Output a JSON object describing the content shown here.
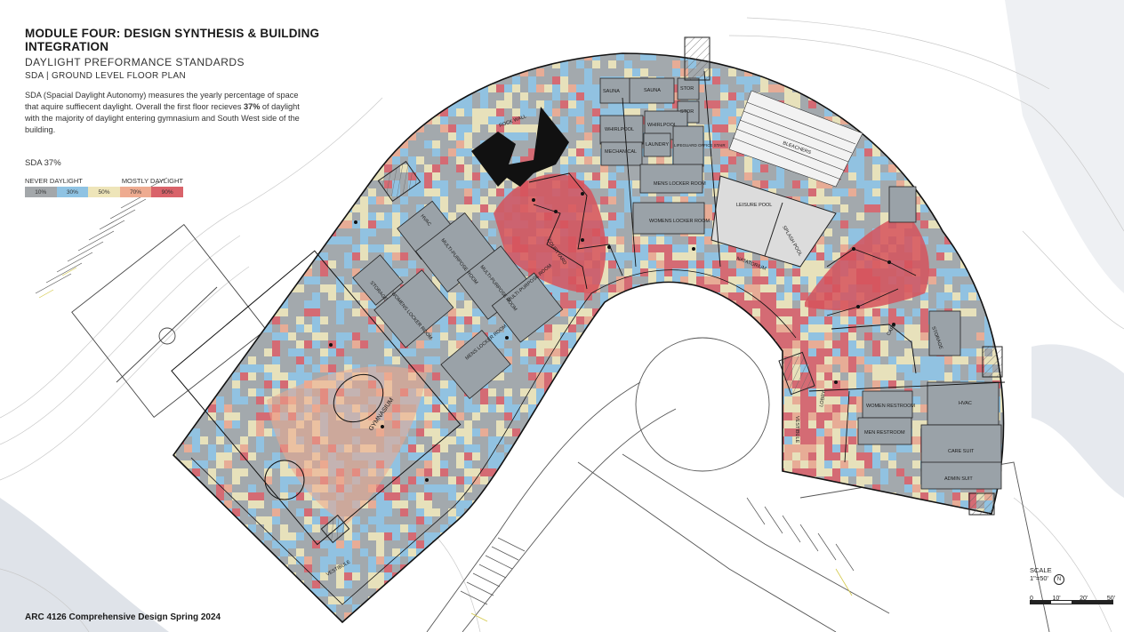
{
  "header": {
    "title": "MODULE FOUR: DESIGN SYNTHESIS & BUILDING INTEGRATION",
    "subtitle": "DAYLIGHT PREFORMANCE STANDARDS",
    "plan_label": "SDA | GROUND LEVEL FLOOR PLAN"
  },
  "description": {
    "part1": "SDA (Spacial Daylight Autonomy) measures the yearly percentage of space that aquire suffiecent daylight. Overall the first floor recieves ",
    "highlight": "37%",
    "part2": " of daylight with the majority of daylight entering gymnasium and South West side of the building."
  },
  "sda_value": "SDA 37%",
  "legend": {
    "left": "NEVER DAYLIGHT",
    "right": "MOSTLY DAYLIGHT",
    "stops": [
      {
        "label": "10%",
        "color": "#a3a7aa"
      },
      {
        "label": "30%",
        "color": "#8fc3e3"
      },
      {
        "label": "50%",
        "color": "#eee5b9"
      },
      {
        "label": "70%",
        "color": "#eeab90"
      },
      {
        "label": "90%",
        "color": "#d9636a"
      }
    ]
  },
  "rooms": {
    "sauna1": "SAUNA",
    "sauna2": "SAUNA",
    "stor1": "STOR",
    "stor2": "STOR",
    "rock_wall": "ROCK WALL",
    "whirlpool1": "WHIRLPOOL",
    "whirlpool2": "WHIRLPOOL",
    "mechanical": "MECHANICAL",
    "laundry": "LAUNDRY",
    "lifeguard": "LIFEGUARD OFFICE STAIR",
    "mens_locker": "MENS LOCKER ROOM",
    "womens_locker": "WOMENS LOCKER ROOM",
    "leisure_pool": "LEISURE POOL",
    "splash_pool": "SPLASH POOL",
    "natatorium": "NATATORIUM",
    "bleachers": "BLEACHERS",
    "courtyard1": "COURTYARD",
    "hvac1": "HVAC",
    "hvac2": "HVAC",
    "multi1": "MULTI-PURPOSE ROOM",
    "multi2": "MULTI-PURPOSE ROOM",
    "multi3": "MULTI-PURPOSE ROOM",
    "storage1": "STORAGE",
    "storage2": "STORAGE",
    "womens_locker2": "WOMENS LOCKER ROOM",
    "mens_locker2": "MENS LOCKER ROOM",
    "gymnasium": "GYMNASIUM",
    "vestibule1": "VESTIBULE",
    "vestibule2": "VESTIBULE",
    "lobby": "LOBBY",
    "cafe": "CAFE",
    "women_restroom": "WOMEN RESTROOM",
    "men_restroom": "MEN RESTROOM",
    "care_suit": "CARE SUIT",
    "admin_suit": "ADMIN SUIT"
  },
  "footer": "ARC 4126 Comprehensive Design Spring 2024",
  "scale": {
    "label": "SCALE",
    "ratio": "1\"=50'",
    "north": "N",
    "ticks": [
      "0",
      "10'",
      "20'",
      "50'"
    ]
  }
}
